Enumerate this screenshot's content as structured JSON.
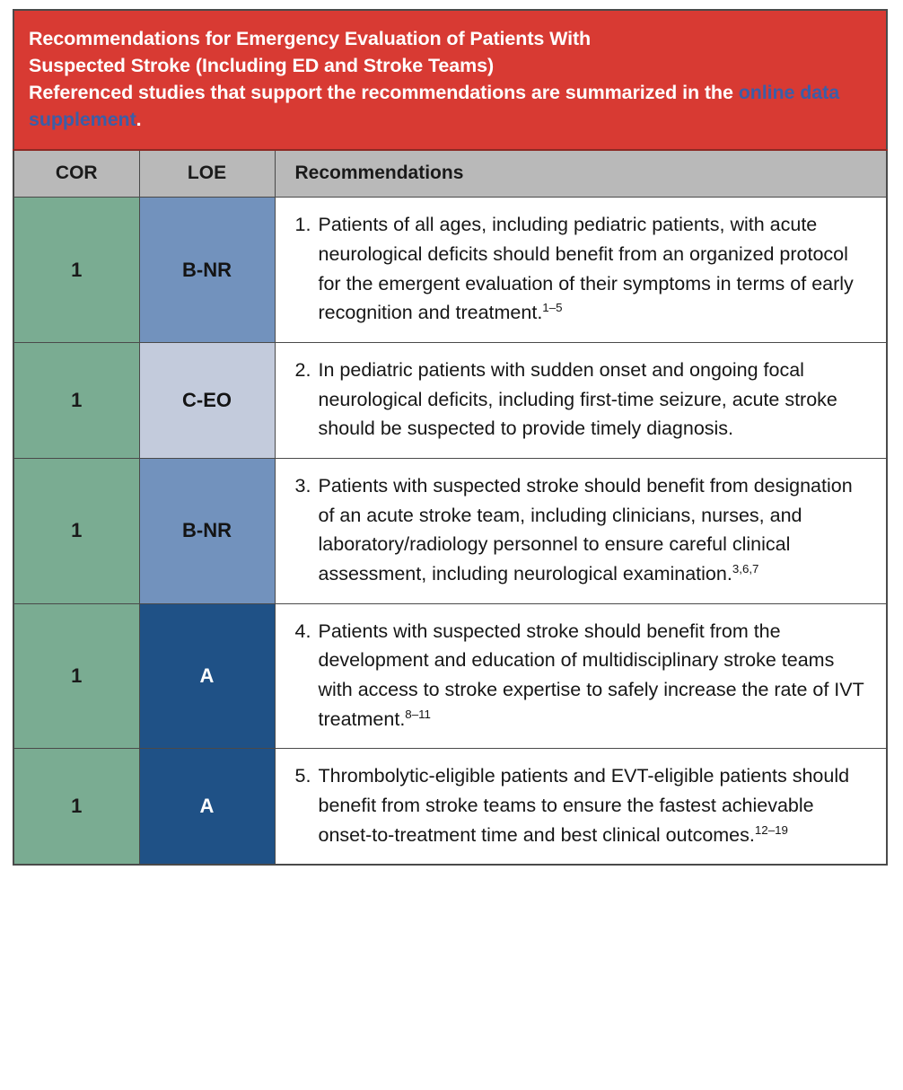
{
  "banner": {
    "title_line1": "Recommendations for Emergency Evaluation of Patients With",
    "title_line2": "Suspected Stroke (Including ED and Stroke Teams)",
    "subtitle_before_link": "Referenced studies that support the recommendations are summarized in the ",
    "link_text": "online data supplement",
    "subtitle_after_link": ".",
    "background_color": "#D83A33",
    "text_color": "#FFFFFF",
    "link_color": "#3B5EA8"
  },
  "columns": {
    "cor": "COR",
    "loe": "LOE",
    "recommendations": "Recommendations",
    "header_background": "#B9B9B9"
  },
  "colors": {
    "cor_green": "#7AAC92",
    "loe_b_nr_blue": "#7292BD",
    "loe_c_eo_lavender": "#C3CBDC",
    "loe_a_navy": "#1F5186",
    "border": "#4A4A4A"
  },
  "rows": [
    {
      "number": "1.",
      "cor": "1",
      "loe": "B-NR",
      "loe_style": "loe-bnr",
      "text": "Patients of all ages, including pediatric patients, with acute neurological deficits should benefit from an organized protocol for the emergent evaluation of their symptoms in terms of early recognition and treatment.",
      "superscript": "1–5"
    },
    {
      "number": "2.",
      "cor": "1",
      "loe": "C-EO",
      "loe_style": "loe-ceo",
      "text": "In pediatric patients with sudden onset and ongoing focal neurological deficits, including first-time seizure, acute stroke should be suspected to provide timely diagnosis.",
      "superscript": ""
    },
    {
      "number": "3.",
      "cor": "1",
      "loe": "B-NR",
      "loe_style": "loe-bnr",
      "text": "Patients with suspected stroke should benefit from designation of an acute stroke team, including clinicians, nurses, and laboratory/radiology personnel to ensure careful clinical assessment, including neurological examination.",
      "superscript": "3,6,7"
    },
    {
      "number": "4.",
      "cor": "1",
      "loe": "A",
      "loe_style": "loe-a",
      "text": "Patients with suspected stroke should benefit from the development and education of multidisciplinary stroke teams with access to stroke expertise to safely increase the rate of IVT treatment.",
      "superscript": "8–11"
    },
    {
      "number": "5.",
      "cor": "1",
      "loe": "A",
      "loe_style": "loe-a",
      "text": "Thrombolytic-eligible patients and EVT-eligible patients should benefit from stroke teams to ensure the fastest achievable onset-to-treatment time and best clinical outcomes.",
      "superscript": "12–19"
    }
  ]
}
